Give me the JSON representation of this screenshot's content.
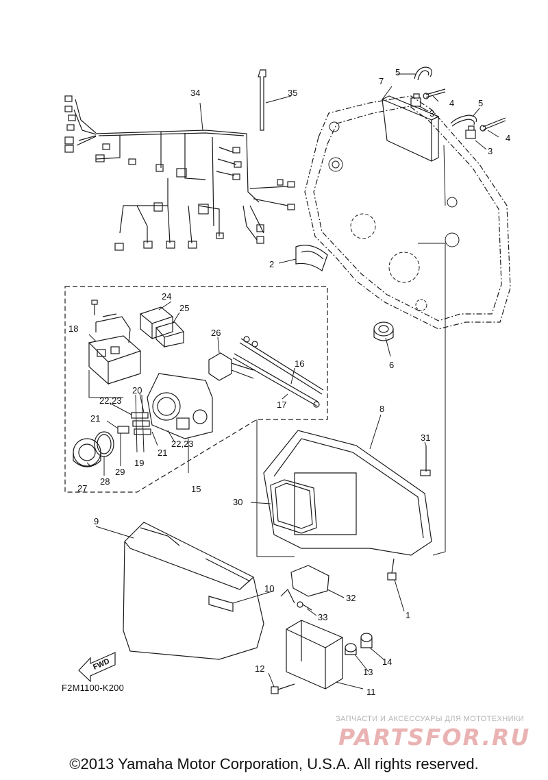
{
  "diagram": {
    "callouts": [
      "1",
      "2",
      "3",
      "3",
      "4",
      "4",
      "5",
      "5",
      "6",
      "7",
      "8",
      "9",
      "10",
      "11",
      "12",
      "13",
      "14",
      "15",
      "16",
      "17",
      "18",
      "19",
      "20",
      "21",
      "21",
      "22,23",
      "22,23",
      "24",
      "25",
      "26",
      "27",
      "28",
      "29",
      "30",
      "31",
      "32",
      "33",
      "34",
      "35"
    ],
    "fwd_label": "FWD",
    "drawing_code": "F2M1100-K200"
  },
  "watermark": {
    "tagline": "ЗАПЧАСТИ И АКСЕССУАРЫ ДЛЯ МОТОТЕХНИКИ",
    "logo": "PARTSFOR.RU"
  },
  "footer": {
    "copyright": "©2013 Yamaha Motor Corporation, U.S.A. All rights reserved."
  },
  "colors": {
    "line": "#1a1a1a",
    "watermark_logo": "#eab3b3",
    "watermark_text": "#b5b5b5"
  }
}
